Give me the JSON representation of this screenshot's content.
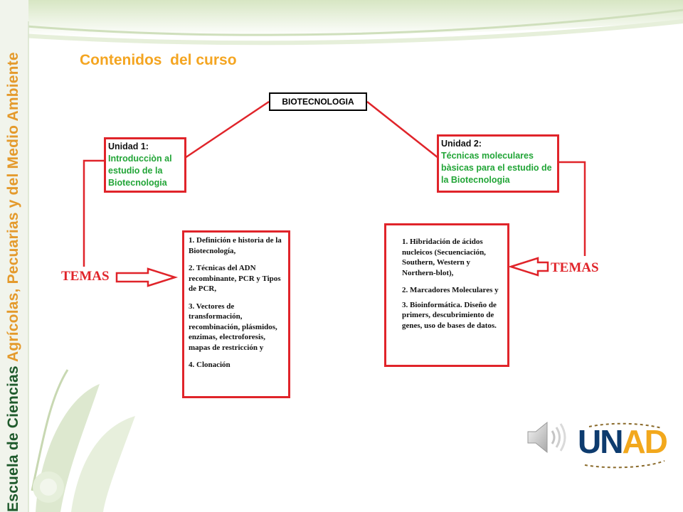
{
  "slide": {
    "sidebar_part1": "Escuela de Ciencias ",
    "sidebar_part2": "Agrícolas, Pecuarias y del Medio Ambiente",
    "title": "Contenidos  del curso",
    "root_label": "BIOTECNOLOGIA",
    "unit1": {
      "label": "Unidad 1:",
      "title": "Introducciòn al estudio de la Biotecnologia"
    },
    "unit2": {
      "label": "Unidad 2:",
      "title": "Técnicas moleculares bàsicas para el estudio de la Biotecnologia"
    },
    "temas_left": "TEMAS",
    "temas_right": "TEMAS",
    "unit1_topics": [
      "1. Definición e historia de la Biotecnología,",
      "2. Técnicas del ADN recombinante, PCR y Tipos de PCR,",
      "3. Vectores de transformación, recombinación, plásmidos, enzimas, electroforesis, mapas de restricción y",
      "4. Clonación"
    ],
    "unit2_topics": [
      "1. Hibridación de ácidos nucleicos (Secuenciación, Southern, Western y Northern-blot),",
      "2. Marcadores Moleculares y",
      "3. Bioinformática. Diseño de primers, descubrimiento de genes, uso de bases de datos."
    ],
    "logo": {
      "part1": "UN",
      "part2": "AD"
    },
    "colors": {
      "accent": "#e0242a",
      "title": "#f4a521",
      "unit_title": "#22a537",
      "brand_green": "#1f5a2c"
    },
    "icons": {
      "speaker": "speaker-icon",
      "logo": "unad-logo"
    }
  }
}
